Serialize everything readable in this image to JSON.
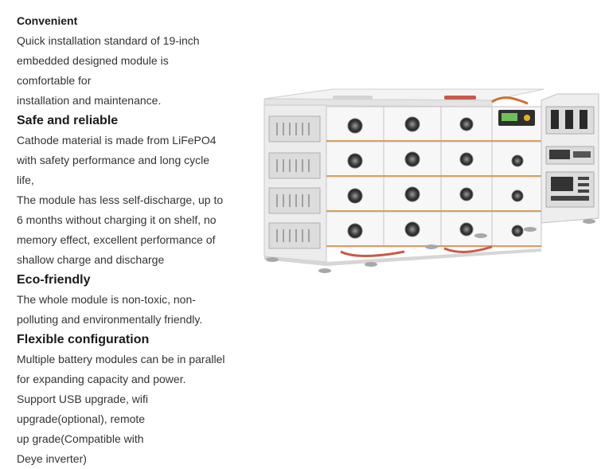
{
  "sections": [
    {
      "title": "Convenient",
      "lines": [
        "Quick installation standard of 19-inch",
        "embedded designed module is",
        "comfortable for",
        "installation and maintenance."
      ]
    },
    {
      "title": "Safe and reliable",
      "lines": [
        "Cathode material is made from LiFePO4",
        "with safety performance and long cycle",
        "life,",
        "The module has less self-discharge, up to",
        "6 months without charging it on shelf, no",
        "memory effect, excellent performance of",
        "shallow charge and discharge"
      ]
    },
    {
      "title": "Eco-friendly",
      "lines": [
        "The whole module is non-toxic, non-",
        "polluting and environmentally friendly."
      ]
    },
    {
      "title": "Flexible configuration",
      "lines": [
        "Multiple battery modules can be in parallel",
        "for expanding capacity and power.",
        "Support USB upgrade, wifi",
        "upgrade(optional), remote",
        "up grade(Compatible with",
        "Deye inverter)"
      ]
    }
  ],
  "product_image": {
    "icon": "battery-rack-icon"
  }
}
